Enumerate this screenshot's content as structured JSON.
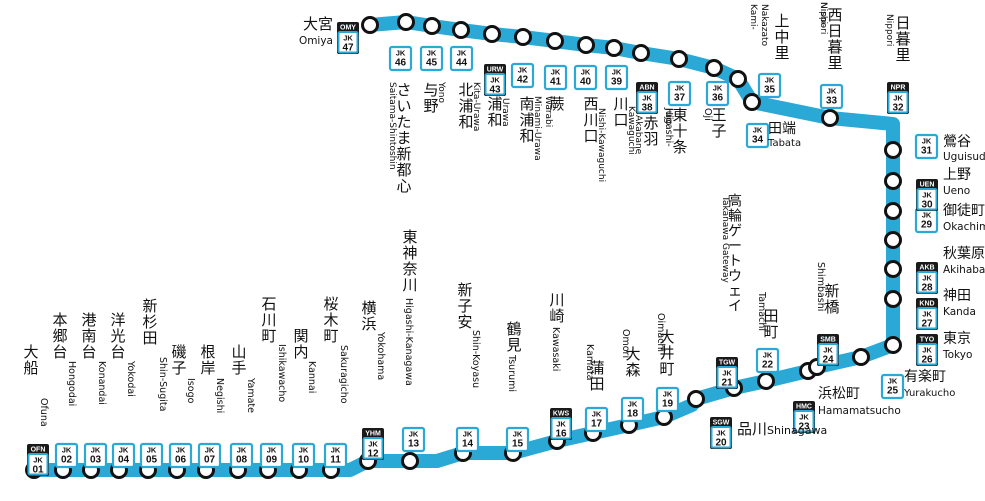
{
  "line": {
    "code": "JK",
    "color": "#2aa8d6"
  },
  "stations": [
    {
      "no": "01",
      "ja": "大船",
      "en": "Ofuna",
      "hub": "OFN"
    },
    {
      "no": "02",
      "ja": "本郷台",
      "en": "Hongodai"
    },
    {
      "no": "03",
      "ja": "港南台",
      "en": "Konandai"
    },
    {
      "no": "04",
      "ja": "洋光台",
      "en": "Yokodai"
    },
    {
      "no": "05",
      "ja": "新杉田",
      "en": "Shin-Sugita"
    },
    {
      "no": "06",
      "ja": "磯子",
      "en": "Isogo"
    },
    {
      "no": "07",
      "ja": "根岸",
      "en": "Negishi"
    },
    {
      "no": "08",
      "ja": "山手",
      "en": "Yamate"
    },
    {
      "no": "09",
      "ja": "石川町",
      "en": "Ishikawacho"
    },
    {
      "no": "10",
      "ja": "関内",
      "en": "Kannai"
    },
    {
      "no": "11",
      "ja": "桜木町",
      "en": "Sakuragicho"
    },
    {
      "no": "12",
      "ja": "横浜",
      "en": "Yokohama",
      "hub": "YHM"
    },
    {
      "no": "13",
      "ja": "東神奈川",
      "en": "Higashi-Kanagawa"
    },
    {
      "no": "14",
      "ja": "新子安",
      "en": "Shin-Koyasu"
    },
    {
      "no": "15",
      "ja": "鶴見",
      "en": "Tsurumi"
    },
    {
      "no": "16",
      "ja": "川崎",
      "en": "Kawasaki",
      "hub": "KWS"
    },
    {
      "no": "17",
      "ja": "蒲田",
      "en": "Kamata"
    },
    {
      "no": "18",
      "ja": "大森",
      "en": "Omori"
    },
    {
      "no": "19",
      "ja": "大井町",
      "en": "Oimachi"
    },
    {
      "no": "20",
      "ja": "品川",
      "en": "Shinagawa",
      "hub": "SGW"
    },
    {
      "no": "21",
      "ja": "高輪ゲートウェイ",
      "en": "Takanawa Gateway",
      "hub": "TGW"
    },
    {
      "no": "22",
      "ja": "田町",
      "en": "Tamachi"
    },
    {
      "no": "23",
      "ja": "浜松町",
      "en": "Hamamatsucho",
      "hub": "HMC"
    },
    {
      "no": "24",
      "ja": "新橋",
      "en": "Shimbashi",
      "hub": "SMB"
    },
    {
      "no": "25",
      "ja": "有楽町",
      "en": "Yurakucho"
    },
    {
      "no": "26",
      "ja": "東京",
      "en": "Tokyo",
      "hub": "TYO"
    },
    {
      "no": "27",
      "ja": "神田",
      "en": "Kanda",
      "hub": "KND"
    },
    {
      "no": "28",
      "ja": "秋葉原",
      "en": "Akihabara",
      "hub": "AKB"
    },
    {
      "no": "29",
      "ja": "御徒町",
      "en": "Okachimachi"
    },
    {
      "no": "30",
      "ja": "上野",
      "en": "Ueno",
      "hub": "UEN"
    },
    {
      "no": "31",
      "ja": "鶯谷",
      "en": "Uguisudani"
    },
    {
      "no": "32",
      "ja": "日暮里",
      "en": "Nippori",
      "hub": "NPR"
    },
    {
      "no": "33",
      "ja": "西日暮里",
      "en": "Nishi-Nippori"
    },
    {
      "no": "34",
      "ja": "田端",
      "en": "Tabata"
    },
    {
      "no": "35",
      "ja": "上中里",
      "en": "Kami-Nakazato"
    },
    {
      "no": "36",
      "ja": "王子",
      "en": "Oji"
    },
    {
      "no": "37",
      "ja": "東十条",
      "en": "Higashi-Jujo"
    },
    {
      "no": "38",
      "ja": "赤羽",
      "en": "Akabane",
      "hub": "ABN"
    },
    {
      "no": "39",
      "ja": "川口",
      "en": "Kawaguchi"
    },
    {
      "no": "40",
      "ja": "西川口",
      "en": "Nishi-Kawaguchi"
    },
    {
      "no": "41",
      "ja": "蕨",
      "en": "Warabi"
    },
    {
      "no": "42",
      "ja": "南浦和",
      "en": "Minami-Urawa"
    },
    {
      "no": "43",
      "ja": "浦和",
      "en": "Urawa",
      "hub": "URW"
    },
    {
      "no": "44",
      "ja": "北浦和",
      "en": "Kita-Urawa"
    },
    {
      "no": "45",
      "ja": "与野",
      "en": "Yono"
    },
    {
      "no": "46",
      "ja": "さいたま新都心",
      "en": "Saitama-Shintoshin"
    },
    {
      "no": "47",
      "ja": "大宮",
      "en": "Omiya",
      "hub": "OMY"
    }
  ]
}
